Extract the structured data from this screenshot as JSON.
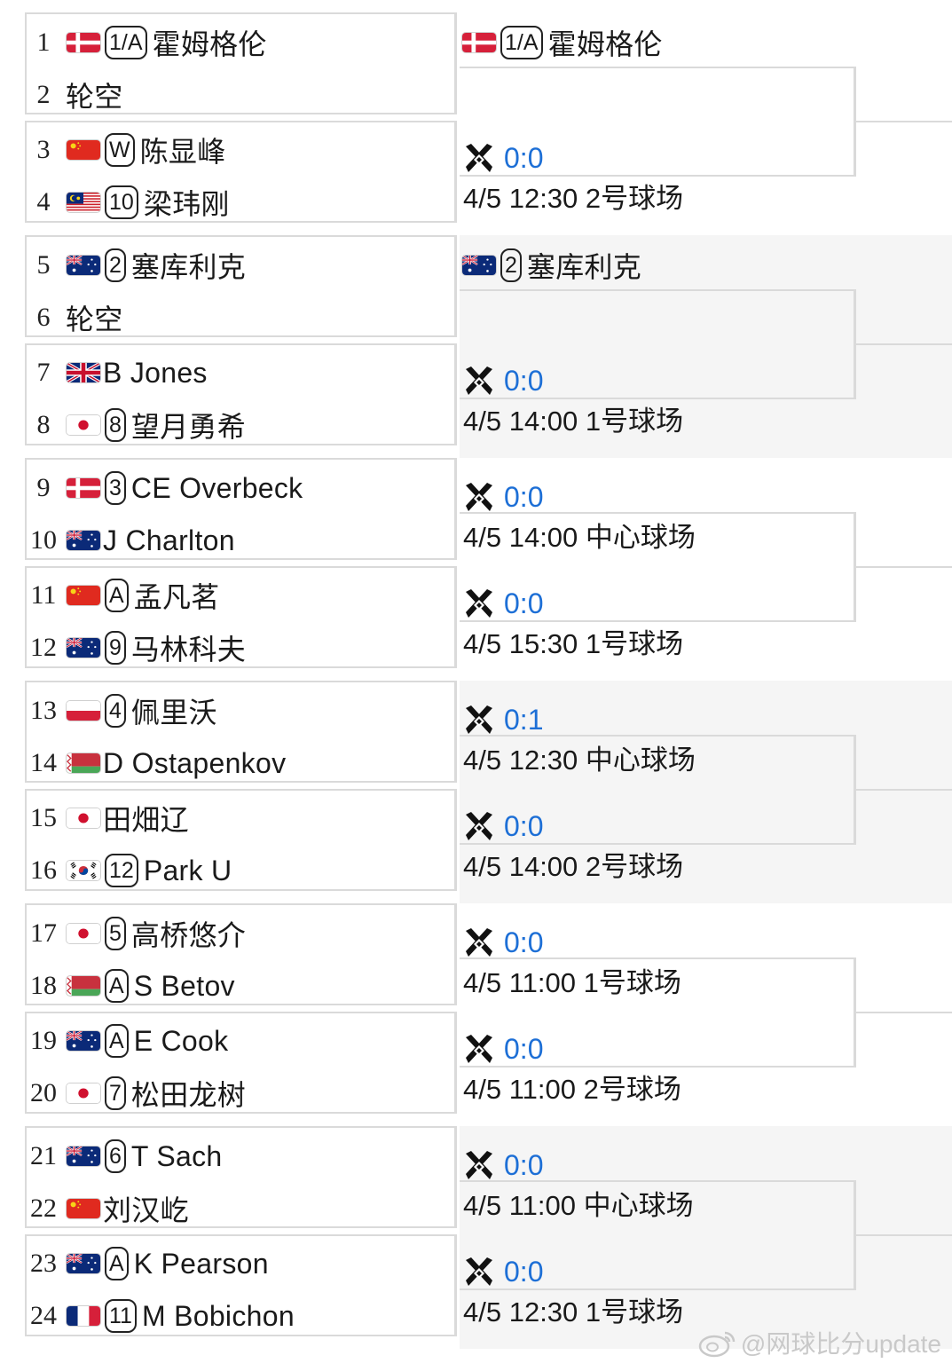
{
  "colors": {
    "score": "#1d6fd6",
    "border": "#dadada",
    "band": "#f5f5f5"
  },
  "draw": [
    {
      "seed": "1",
      "flag": "denmark",
      "tag": "1/A",
      "name": "霍姆格伦"
    },
    {
      "seed": "2",
      "flag": null,
      "tag": null,
      "name": "轮空"
    },
    {
      "seed": "3",
      "flag": "china",
      "tag": "W",
      "name": "陈显峰"
    },
    {
      "seed": "4",
      "flag": "malaysia",
      "tag": "10",
      "name": "梁玮刚"
    },
    {
      "seed": "5",
      "flag": "australia",
      "tag": "2",
      "name": "塞库利克"
    },
    {
      "seed": "6",
      "flag": null,
      "tag": null,
      "name": "轮空"
    },
    {
      "seed": "7",
      "flag": "uk",
      "tag": null,
      "name": "B Jones"
    },
    {
      "seed": "8",
      "flag": "japan",
      "tag": "8",
      "name": "望月勇希"
    },
    {
      "seed": "9",
      "flag": "denmark",
      "tag": "3",
      "name": "CE Overbeck"
    },
    {
      "seed": "10",
      "flag": "australia",
      "tag": null,
      "name": "J Charlton"
    },
    {
      "seed": "11",
      "flag": "china",
      "tag": "A",
      "name": "孟凡茗"
    },
    {
      "seed": "12",
      "flag": "australia",
      "tag": "9",
      "name": "马林科夫"
    },
    {
      "seed": "13",
      "flag": "poland",
      "tag": "4",
      "name": "佩里沃"
    },
    {
      "seed": "14",
      "flag": "belarus",
      "tag": null,
      "name": "D Ostapenkov"
    },
    {
      "seed": "15",
      "flag": "japan",
      "tag": null,
      "name": "田畑辽"
    },
    {
      "seed": "16",
      "flag": "korea",
      "tag": "12",
      "name": "Park U"
    },
    {
      "seed": "17",
      "flag": "japan",
      "tag": "5",
      "name": "高桥悠介"
    },
    {
      "seed": "18",
      "flag": "belarus",
      "tag": "A",
      "name": "S Betov"
    },
    {
      "seed": "19",
      "flag": "australia",
      "tag": "A",
      "name": "E Cook"
    },
    {
      "seed": "20",
      "flag": "japan",
      "tag": "7",
      "name": "松田龙树"
    },
    {
      "seed": "21",
      "flag": "australia",
      "tag": "6",
      "name": "T Sach"
    },
    {
      "seed": "22",
      "flag": "china",
      "tag": null,
      "name": "刘汉屹"
    },
    {
      "seed": "23",
      "flag": "australia",
      "tag": "A",
      "name": "K Pearson"
    },
    {
      "seed": "24",
      "flag": "france",
      "tag": "11",
      "name": "M Bobichon"
    }
  ],
  "matches": [
    {
      "advanced": {
        "flag": "denmark",
        "tag": "1/A",
        "name": "霍姆格伦"
      },
      "score": null,
      "schedule": null
    },
    {
      "advanced": null,
      "score": "0:0",
      "schedule": "4/5 12:30 2号球场"
    },
    {
      "advanced": {
        "flag": "australia",
        "tag": "2",
        "name": "塞库利克"
      },
      "score": null,
      "schedule": null
    },
    {
      "advanced": null,
      "score": "0:0",
      "schedule": "4/5 14:00 1号球场"
    },
    {
      "advanced": null,
      "score": "0:0",
      "schedule": "4/5 14:00 中心球场"
    },
    {
      "advanced": null,
      "score": "0:0",
      "schedule": "4/5 15:30 1号球场"
    },
    {
      "advanced": null,
      "score": "0:1",
      "schedule": "4/5 12:30 中心球场"
    },
    {
      "advanced": null,
      "score": "0:0",
      "schedule": "4/5 14:00 2号球场"
    },
    {
      "advanced": null,
      "score": "0:0",
      "schedule": "4/5 11:00 1号球场"
    },
    {
      "advanced": null,
      "score": "0:0",
      "schedule": "4/5 11:00 2号球场"
    },
    {
      "advanced": null,
      "score": "0:0",
      "schedule": "4/5 11:00 中心球场"
    },
    {
      "advanced": null,
      "score": "0:0",
      "schedule": "4/5 12:30 1号球场"
    }
  ],
  "watermark": "@网球比分update"
}
